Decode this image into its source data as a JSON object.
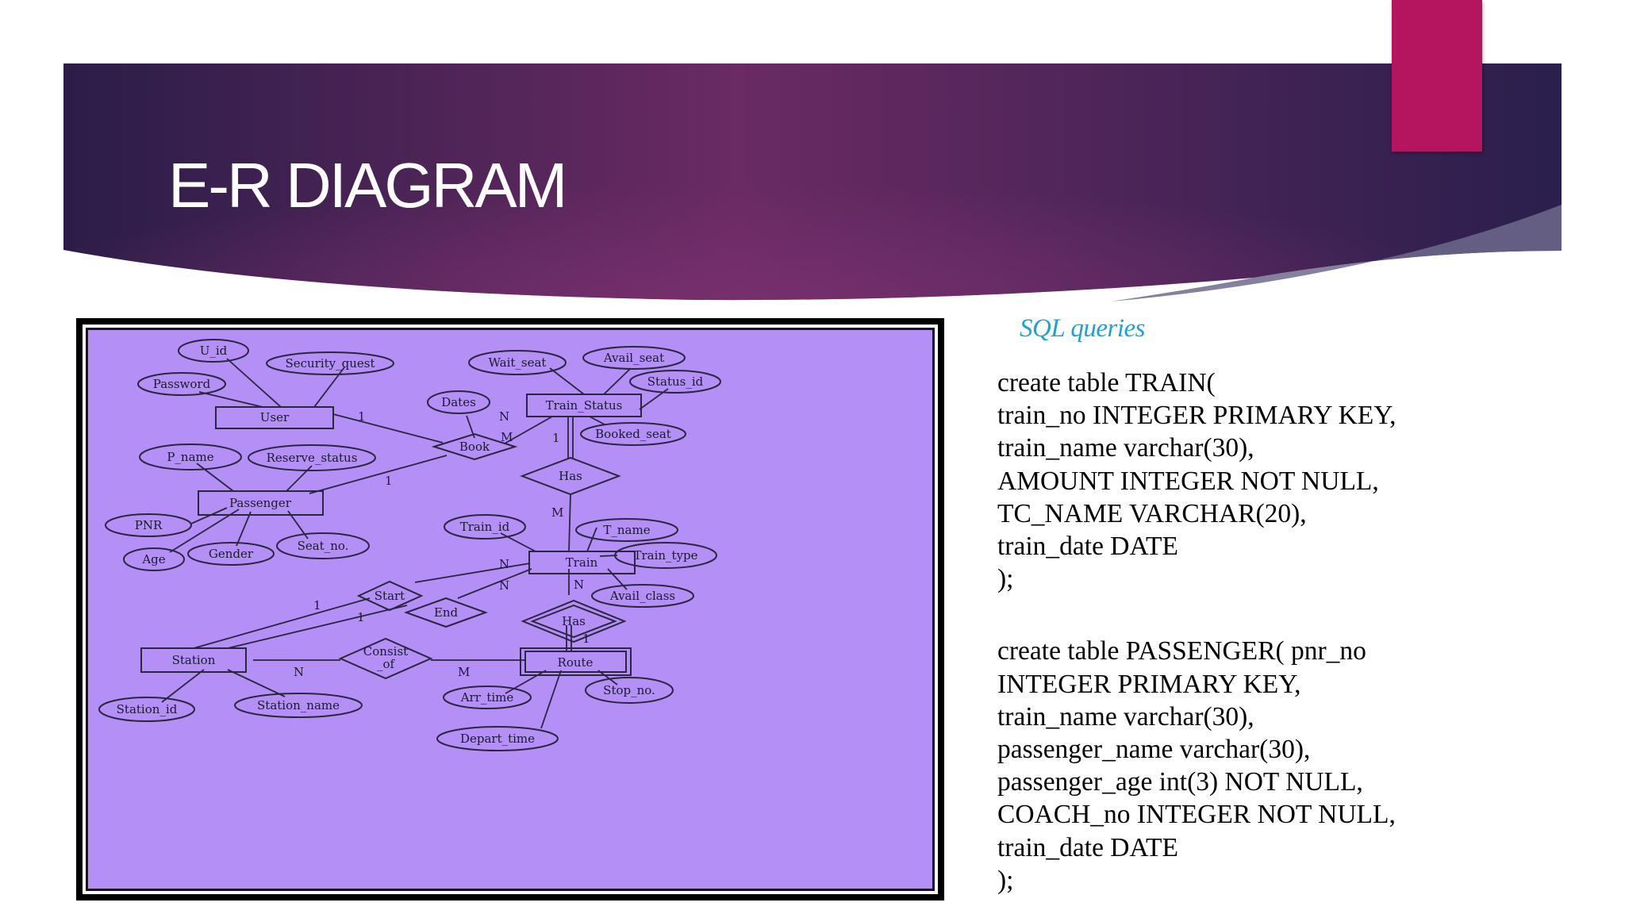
{
  "slide": {
    "title": "E-R DIAGRAM",
    "colors": {
      "banner_dark": "#2a1c4a",
      "banner_mid": "#6b2a63",
      "accent": "#b5145e",
      "diagram_bg": "#b48ff5",
      "heading": "#1ea1d9"
    }
  },
  "diagram": {
    "entities": [
      {
        "id": "user",
        "label": "User"
      },
      {
        "id": "train_status",
        "label": "Train_Status"
      },
      {
        "id": "passenger",
        "label": "Passenger"
      },
      {
        "id": "train",
        "label": "Train"
      },
      {
        "id": "station",
        "label": "Station"
      },
      {
        "id": "route",
        "label": "Route"
      }
    ],
    "attributes": [
      {
        "id": "u_id",
        "label": "U_id"
      },
      {
        "id": "security_quest",
        "label": "Security_quest"
      },
      {
        "id": "password",
        "label": "Password"
      },
      {
        "id": "wait_seat",
        "label": "Wait_seat"
      },
      {
        "id": "avail_seat",
        "label": "Avail_seat"
      },
      {
        "id": "status_id",
        "label": "Status_id"
      },
      {
        "id": "dates",
        "label": "Dates"
      },
      {
        "id": "booked_seat",
        "label": "Booked_seat"
      },
      {
        "id": "p_name",
        "label": "P_name"
      },
      {
        "id": "reserve_status",
        "label": "Reserve_status"
      },
      {
        "id": "pnr",
        "label": "PNR"
      },
      {
        "id": "age",
        "label": "Age"
      },
      {
        "id": "gender",
        "label": "Gender"
      },
      {
        "id": "seat_no",
        "label": "Seat_no."
      },
      {
        "id": "train_id",
        "label": "Train_id"
      },
      {
        "id": "t_name",
        "label": "T_name"
      },
      {
        "id": "train_type",
        "label": "Train_type"
      },
      {
        "id": "avail_class",
        "label": "Avail_class"
      },
      {
        "id": "station_id",
        "label": "Station_id"
      },
      {
        "id": "station_name",
        "label": "Station_name"
      },
      {
        "id": "arr_time",
        "label": "Arr_time"
      },
      {
        "id": "stop_no",
        "label": "Stop_no."
      },
      {
        "id": "depart_time",
        "label": "Depart_time"
      }
    ],
    "relationships": [
      {
        "id": "book",
        "label": "Book"
      },
      {
        "id": "has_top",
        "label": "Has"
      },
      {
        "id": "start",
        "label": "Start"
      },
      {
        "id": "end",
        "label": "End"
      },
      {
        "id": "has_bottom",
        "label": "Has"
      },
      {
        "id": "consist_of",
        "label_line1": "Consist",
        "label_line2": "_of"
      }
    ],
    "cardinalities": {
      "user_book": "1",
      "book_status_n": "N",
      "book_status_m": "M",
      "status_has": "1",
      "passenger_book": "1",
      "has_train": "M",
      "train_start": "N",
      "train_end": "N",
      "train_has": "N",
      "station_start": "1",
      "station_end": "1",
      "has_route": "1",
      "station_consist": "N",
      "consist_route": "M"
    }
  },
  "sql": {
    "heading": "SQL queries",
    "train_lines": [
      "create table TRAIN(",
      "train_no INTEGER PRIMARY KEY,",
      "train_name varchar(30),",
      "AMOUNT INTEGER NOT NULL,",
      "TC_NAME VARCHAR(20),",
      "train_date DATE",
      ");"
    ],
    "passenger_lines": [
      "create table PASSENGER(  pnr_no",
      "INTEGER PRIMARY KEY,",
      "train_name varchar(30),",
      "passenger_name varchar(30),",
      "passenger_age int(3) NOT NULL,",
      "COACH_no INTEGER NOT NULL,",
      "train_date DATE",
      ");"
    ]
  }
}
